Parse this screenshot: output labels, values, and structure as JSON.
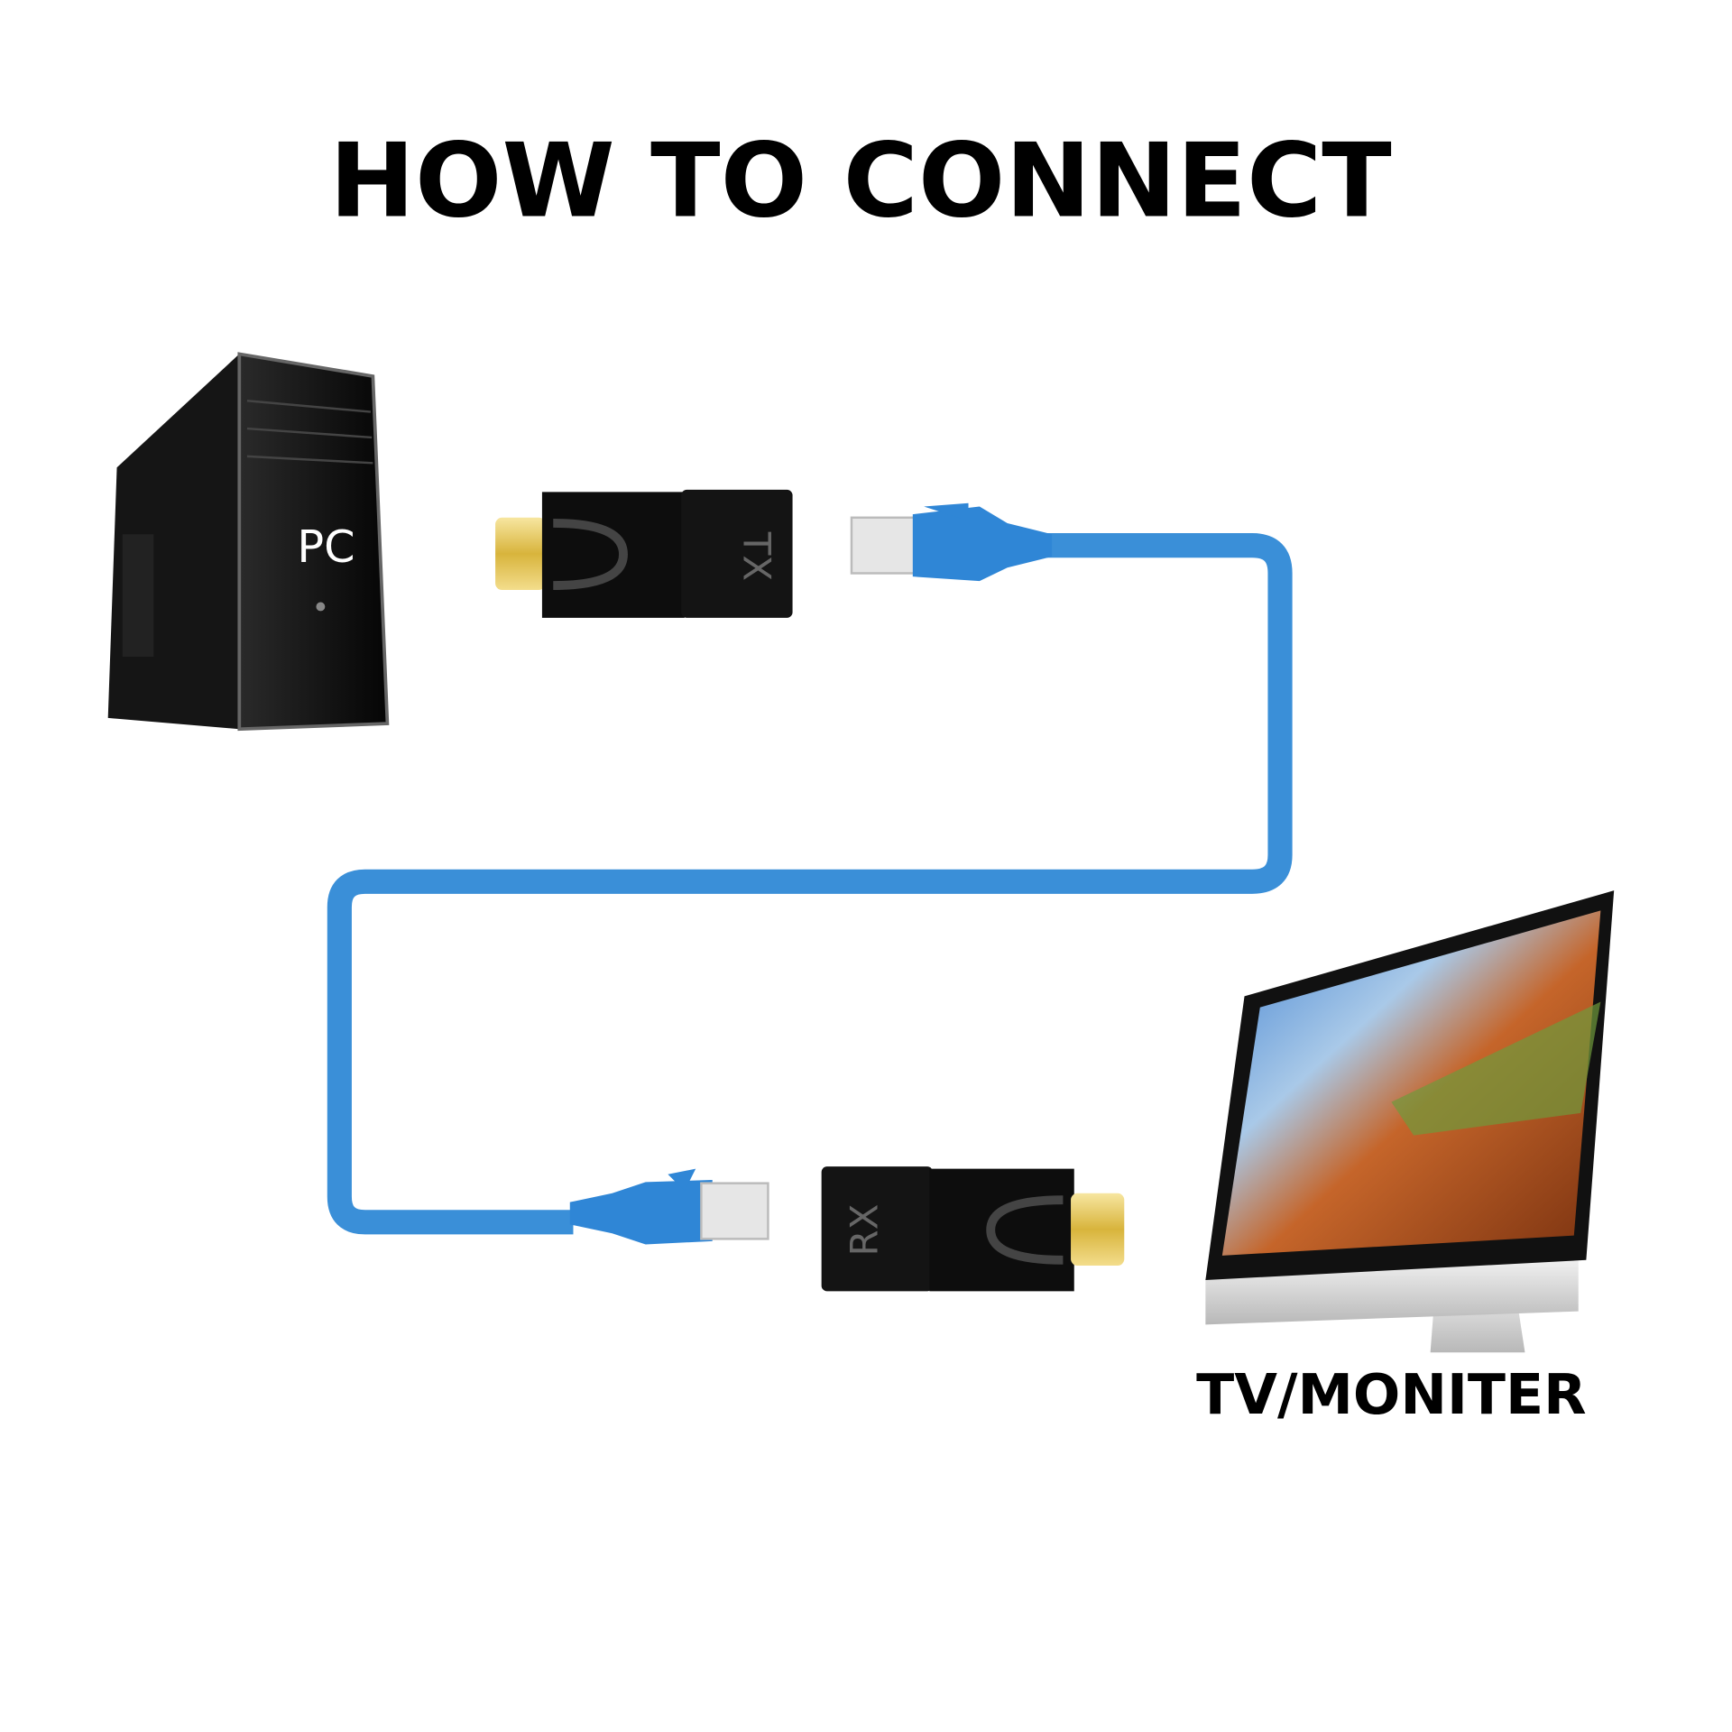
{
  "title": "HOW TO CONNECT",
  "pc": {
    "label": "PC"
  },
  "transmitter": {
    "label": "TX"
  },
  "receiver": {
    "label": "RX"
  },
  "display": {
    "label": "TV/MONITER"
  },
  "colors": {
    "cable": "#3a8fd8",
    "adapter": "#111111",
    "hdmi_plug": "#e8c95a"
  }
}
